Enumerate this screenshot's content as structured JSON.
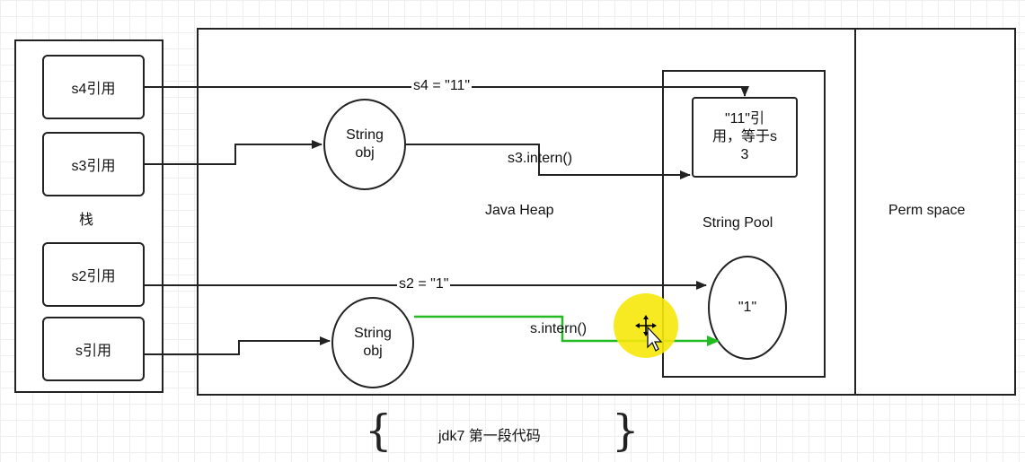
{
  "stack": {
    "label": "栈",
    "refs": [
      {
        "id": "s4",
        "label": "s4引用"
      },
      {
        "id": "s3",
        "label": "s3引用"
      },
      {
        "id": "s2",
        "label": "s2引用"
      },
      {
        "id": "s",
        "label": "s引用"
      }
    ]
  },
  "heap": {
    "label": "Java Heap",
    "string_obj_top": {
      "line1": "String",
      "line2": "obj"
    },
    "string_obj_bottom": {
      "line1": "String",
      "line2": "obj"
    }
  },
  "pool": {
    "label": "String Pool",
    "entry_11": {
      "line1": "\"11\"引",
      "line2": "用，等于s",
      "line3": "3"
    },
    "entry_1": {
      "label": "\"1\""
    }
  },
  "perm": {
    "label": "Perm space"
  },
  "edges": {
    "s4_assign": "s4 = \"11\"",
    "s3_intern": "s3.intern()",
    "s2_assign": "s2 = \"1\"",
    "s_intern": "s.intern()"
  },
  "caption": {
    "text": "jdk7 第一段代码",
    "left_brace": "{",
    "right_brace": "}"
  },
  "colors": {
    "line": "#222222",
    "highlight_edge": "#22bb22",
    "cursor_highlight": "#f7e80a"
  }
}
